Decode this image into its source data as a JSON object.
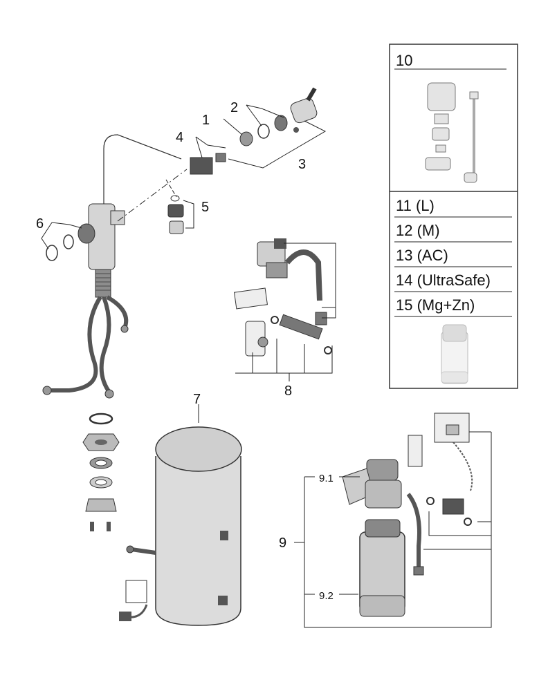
{
  "callouts": {
    "c1": "1",
    "c2": "2",
    "c3": "3",
    "c4": "4",
    "c5": "5",
    "c6": "6",
    "c7": "7",
    "c8": "8",
    "c9": "9",
    "c91": "9.1",
    "c92": "9.2"
  },
  "legend": {
    "header": "10",
    "items": [
      "11 (L)",
      "12 (M)",
      "13 (AC)",
      "14 (UltraSafe)",
      "15 (Mg+Zn)"
    ]
  },
  "colors": {
    "line": "#222222",
    "part_fill": "#d8d8d8",
    "part_dark": "#555555",
    "panel_border": "#333333"
  }
}
